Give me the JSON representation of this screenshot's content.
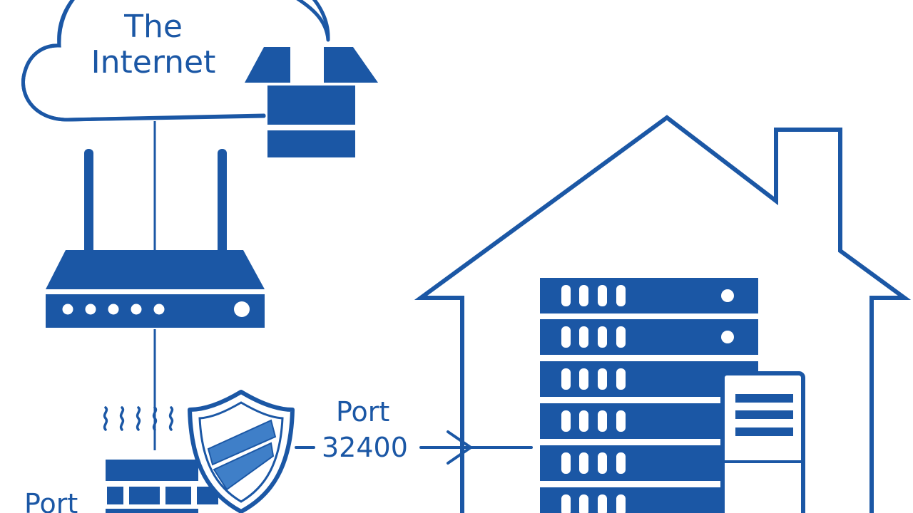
{
  "colors": {
    "primary": "#1b57a5",
    "shield_fill": "#3f7fc8",
    "background": "#ffffff"
  },
  "internet": {
    "line1": "The",
    "line2": "Internet"
  },
  "port_forward": {
    "word": "Port",
    "number": "32400"
  },
  "firewall": {
    "label": "Port"
  },
  "icons": [
    "cloud-icon",
    "package-box-icon",
    "wifi-router-icon",
    "firewall-brick-icon",
    "heat-waves-icon",
    "shield-icon",
    "arrow-right-icon",
    "house-icon",
    "server-rack-icon",
    "tower-computer-icon"
  ]
}
